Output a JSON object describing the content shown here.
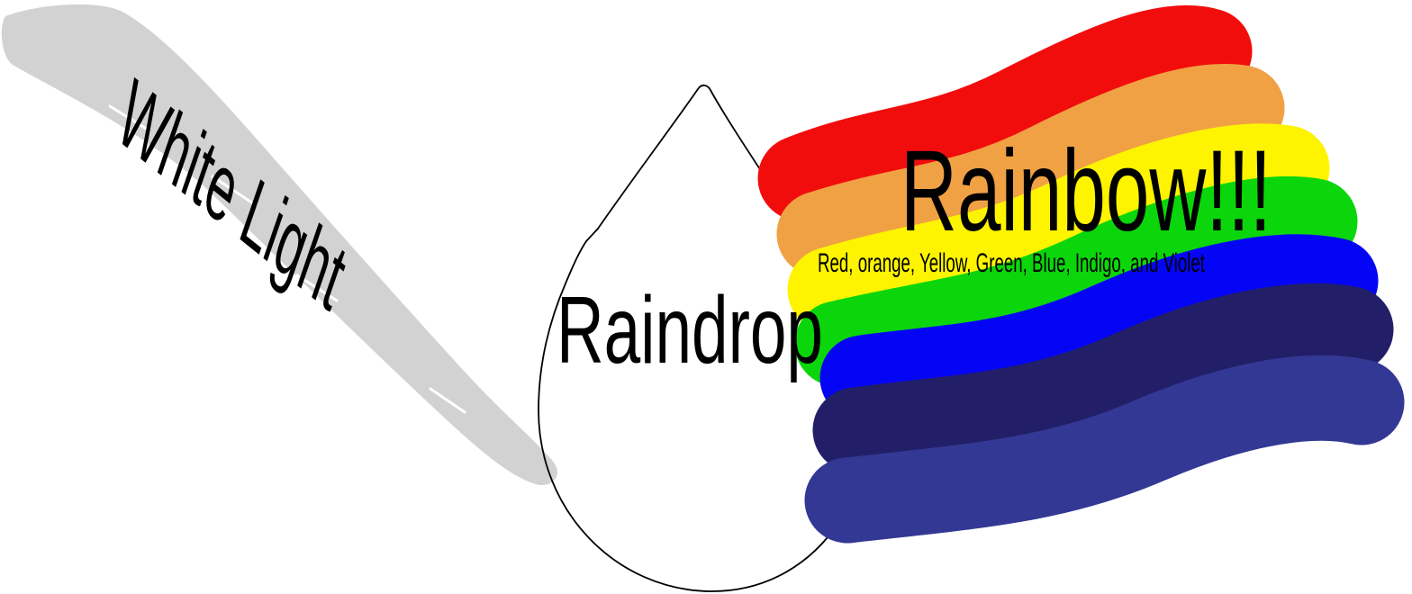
{
  "figure": {
    "background": "#FFFFFF",
    "labels": {
      "beam": "White Light",
      "drop": "Raindrop",
      "rainbow_title": "Rainbow!!!",
      "rainbow_subtitle": "Red, orange, Yellow, Green, Blue, Indigo, and Violet"
    },
    "colors": {
      "beam": "#D2D2D2",
      "outline": "#000000",
      "text": "#000000",
      "streak": "#FFFFFF"
    },
    "bands": [
      {
        "name": "red",
        "color": "#F20D0D"
      },
      {
        "name": "orange",
        "color": "#F0A144"
      },
      {
        "name": "yellow",
        "color": "#FEF400"
      },
      {
        "name": "green",
        "color": "#0BD60B"
      },
      {
        "name": "blue",
        "color": "#0505F5"
      },
      {
        "name": "indigo",
        "color": "#221F68"
      },
      {
        "name": "violet",
        "color": "#333894"
      }
    ]
  }
}
